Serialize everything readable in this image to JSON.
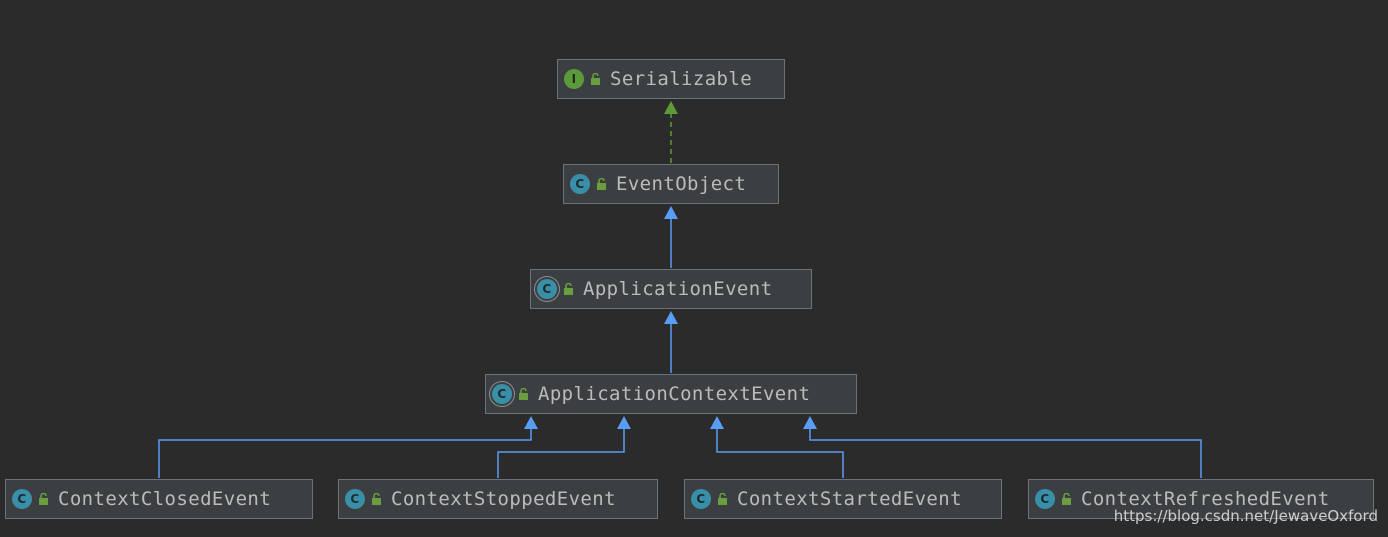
{
  "diagram": {
    "nodes": [
      {
        "id": "serializable",
        "label": "Serializable",
        "kind": "I",
        "kind_name": "interface-icon"
      },
      {
        "id": "event-object",
        "label": "EventObject",
        "kind": "C",
        "kind_name": "class-icon"
      },
      {
        "id": "application-event",
        "label": "ApplicationEvent",
        "kind": "C",
        "kind_name": "abstract-class-icon"
      },
      {
        "id": "application-context-event",
        "label": "ApplicationContextEvent",
        "kind": "C",
        "kind_name": "abstract-class-icon"
      },
      {
        "id": "context-closed-event",
        "label": "ContextClosedEvent",
        "kind": "C",
        "kind_name": "class-icon"
      },
      {
        "id": "context-stopped-event",
        "label": "ContextStoppedEvent",
        "kind": "C",
        "kind_name": "class-icon"
      },
      {
        "id": "context-started-event",
        "label": "ContextStartedEvent",
        "kind": "C",
        "kind_name": "class-icon"
      },
      {
        "id": "context-refreshed-event",
        "label": "ContextRefreshedEvent",
        "kind": "C",
        "kind_name": "class-icon"
      }
    ],
    "edges": [
      {
        "from": "event-object",
        "to": "serializable",
        "type": "implements"
      },
      {
        "from": "application-event",
        "to": "event-object",
        "type": "extends"
      },
      {
        "from": "application-context-event",
        "to": "application-event",
        "type": "extends"
      },
      {
        "from": "context-closed-event",
        "to": "application-context-event",
        "type": "extends"
      },
      {
        "from": "context-stopped-event",
        "to": "application-context-event",
        "type": "extends"
      },
      {
        "from": "context-started-event",
        "to": "application-context-event",
        "type": "extends"
      },
      {
        "from": "context-refreshed-event",
        "to": "application-context-event",
        "type": "extends"
      }
    ]
  },
  "colors": {
    "background": "#2b2b2b",
    "node_fill": "#3c3f41",
    "node_border": "#6d7278",
    "text": "#bbbbbb",
    "extends_arrow": "#589df6",
    "implements_arrow": "#5f9a3a",
    "interface_icon": "#5a9a3a",
    "class_icon": "#3a8fa8",
    "lock_icon": "#6a9e3f"
  },
  "watermark": "https://blog.csdn.net/JewaveOxford"
}
